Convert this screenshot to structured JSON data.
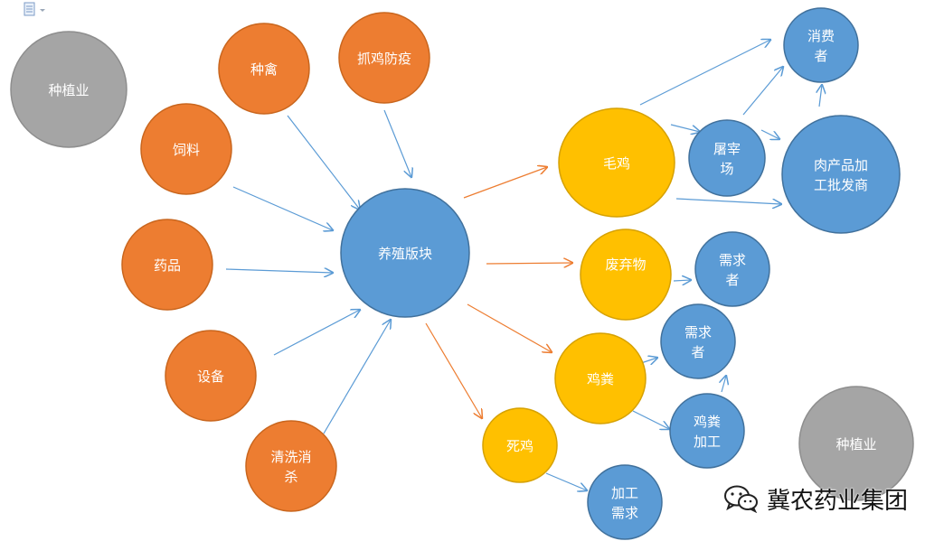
{
  "colors": {
    "orange": "#ED7D31",
    "blue": "#5B9BD5",
    "yellow": "#FFC000",
    "gray": "#A5A5A5",
    "arrow_orange": "#ED7D31",
    "arrow_blue": "#5B9BD5",
    "text": "#FFFFFF"
  },
  "nodes": {
    "planting_top": "种植业",
    "breeding_stock": "种禽",
    "epidemic_prevention": "抓鸡防疫",
    "feed": "饲料",
    "medicine": "药品",
    "equipment": "设备",
    "disinfection": "清洗消杀",
    "farming_sector": "养殖版块",
    "live_chicken": "毛鸡",
    "slaughterhouse": "屠宰场",
    "consumer": "消费者",
    "meat_processor": "肉产品加工批发商",
    "waste": "废弃物",
    "demander_waste": "需求者",
    "chicken_manure": "鸡粪",
    "demander_manure": "需求者",
    "manure_processing": "鸡粪加工",
    "dead_chicken": "死鸡",
    "processing_demand": "加工需求",
    "planting_bottom": "种植业"
  },
  "watermark": {
    "text": "冀农药业集团",
    "icon": "wechat-icon"
  },
  "toolbar": {
    "icon": "document-icon"
  }
}
